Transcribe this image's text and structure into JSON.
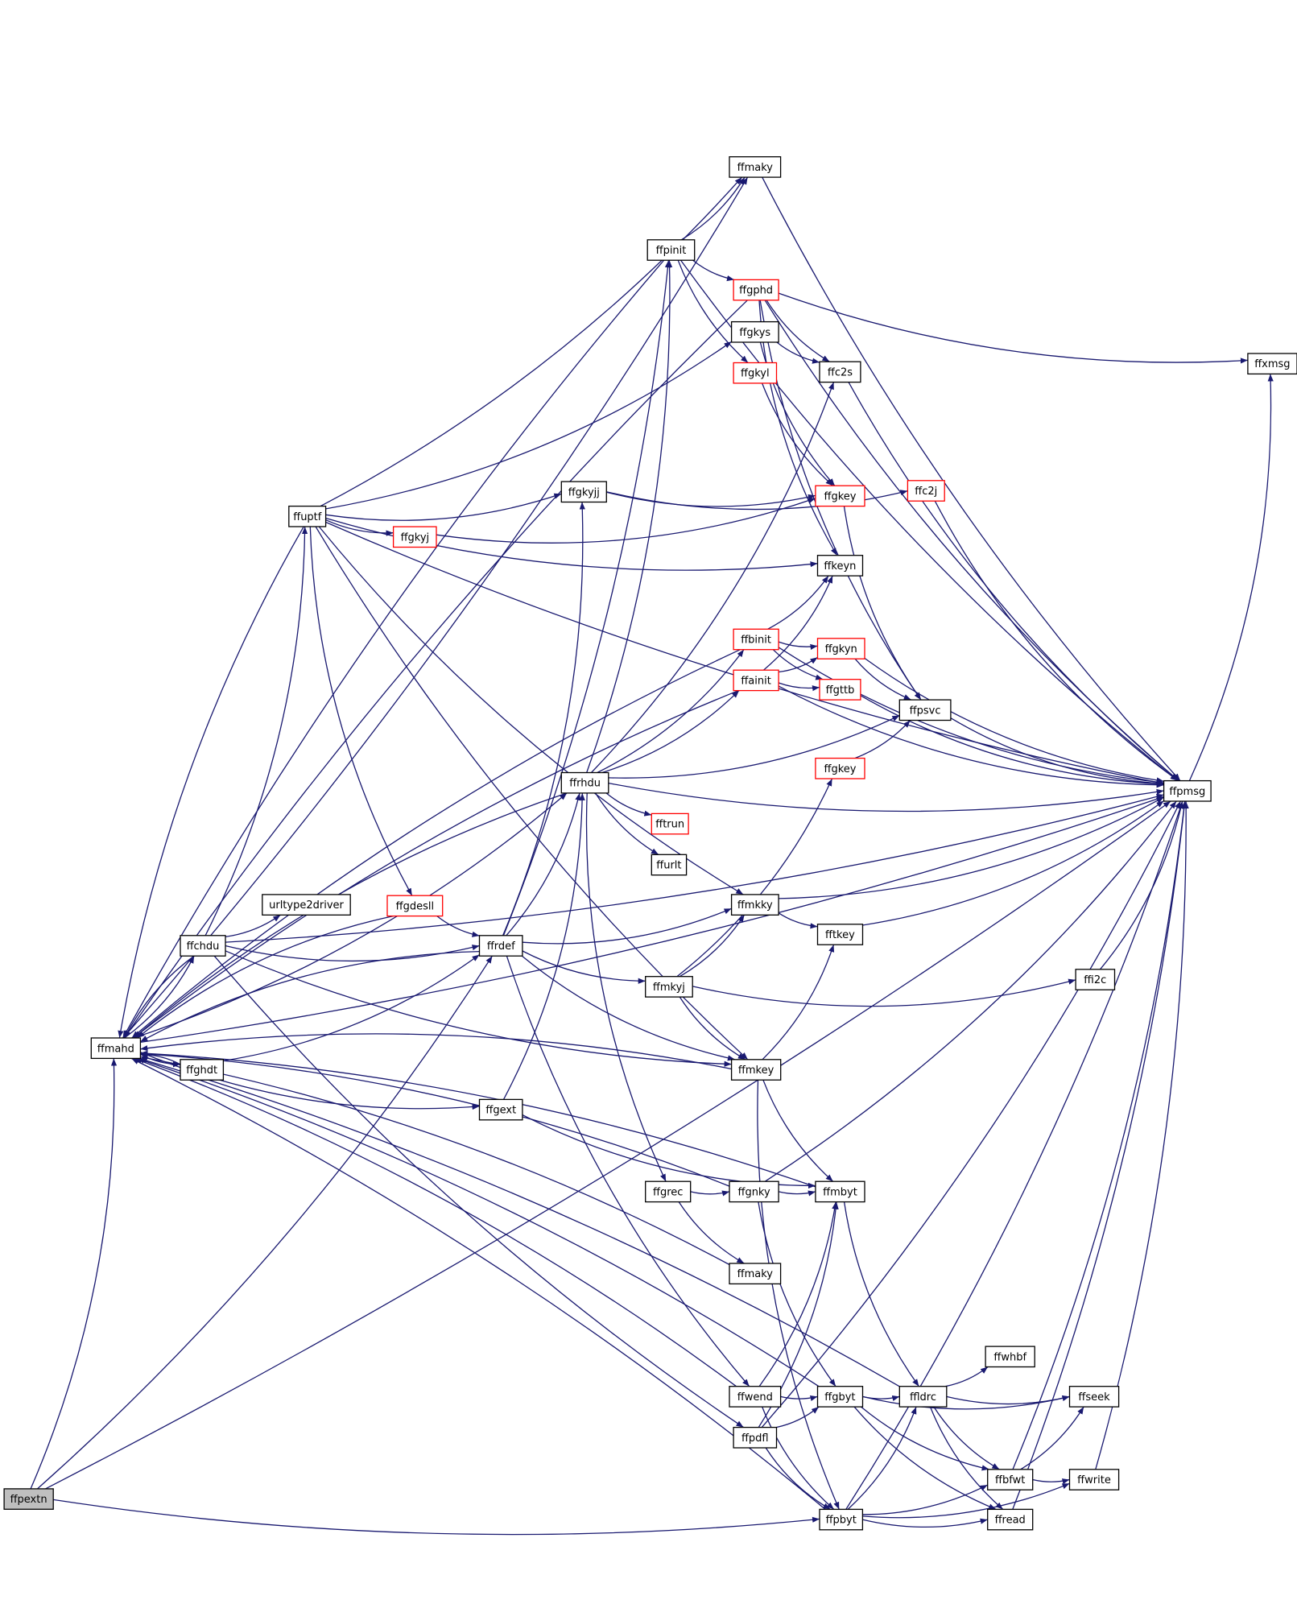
{
  "colors": {
    "edge": "#191970",
    "node_border": "#000000",
    "node_border_truncated": "#ff0000",
    "root_fill": "#bfbfbf",
    "background": "#ffffff"
  },
  "graph": {
    "nodes": [
      {
        "id": "ffpextn",
        "label": "ffpextn",
        "variant": "root"
      },
      {
        "id": "ffmahd",
        "label": "ffmahd",
        "variant": "normal"
      },
      {
        "id": "ffchdu",
        "label": "ffchdu",
        "variant": "normal"
      },
      {
        "id": "ffghdt",
        "label": "ffghdt",
        "variant": "normal"
      },
      {
        "id": "ffuptf",
        "label": "ffuptf",
        "variant": "normal"
      },
      {
        "id": "urltype2driver",
        "label": "urltype2driver",
        "variant": "normal"
      },
      {
        "id": "ffgdesll",
        "label": "ffgdesll",
        "variant": "red"
      },
      {
        "id": "ffgkyj",
        "label": "ffgkyj",
        "variant": "red"
      },
      {
        "id": "ffrdef",
        "label": "ffrdef",
        "variant": "normal"
      },
      {
        "id": "ffgext",
        "label": "ffgext",
        "variant": "normal"
      },
      {
        "id": "ffrhdu",
        "label": "ffrhdu",
        "variant": "normal"
      },
      {
        "id": "ffgkyjj",
        "label": "ffgkyjj",
        "variant": "normal"
      },
      {
        "id": "ffpinit",
        "label": "ffpinit",
        "variant": "normal"
      },
      {
        "id": "ffmaky",
        "label": "ffmaky",
        "variant": "normal"
      },
      {
        "id": "ffgphd",
        "label": "ffgphd",
        "variant": "red"
      },
      {
        "id": "ffgkys",
        "label": "ffgkys",
        "variant": "normal"
      },
      {
        "id": "ffgkyl",
        "label": "ffgkyl",
        "variant": "red"
      },
      {
        "id": "ffbinit",
        "label": "ffbinit",
        "variant": "red"
      },
      {
        "id": "ffainit",
        "label": "ffainit",
        "variant": "red"
      },
      {
        "id": "fftrun",
        "label": "fftrun",
        "variant": "red"
      },
      {
        "id": "ffurlt",
        "label": "ffurlt",
        "variant": "normal"
      },
      {
        "id": "ffmkky",
        "label": "ffmkky",
        "variant": "normal"
      },
      {
        "id": "ffmkyj",
        "label": "ffmkyj",
        "variant": "normal"
      },
      {
        "id": "ffmkey",
        "label": "ffmkey",
        "variant": "normal"
      },
      {
        "id": "ffgrec",
        "label": "ffgrec",
        "variant": "normal"
      },
      {
        "id": "ffgnky",
        "label": "ffgnky",
        "variant": "normal"
      },
      {
        "id": "ffmaky2",
        "label": "ffmaky",
        "variant": "normal"
      },
      {
        "id": "ffwend",
        "label": "ffwend",
        "variant": "normal"
      },
      {
        "id": "ffpdfl",
        "label": "ffpdfl",
        "variant": "normal"
      },
      {
        "id": "ffc2s",
        "label": "ffc2s",
        "variant": "normal"
      },
      {
        "id": "ffgkey",
        "label": "ffgkey",
        "variant": "red"
      },
      {
        "id": "ffkeyn",
        "label": "ffkeyn",
        "variant": "normal"
      },
      {
        "id": "ffgkyn",
        "label": "ffgkyn",
        "variant": "red"
      },
      {
        "id": "ffgttb",
        "label": "ffgttb",
        "variant": "red"
      },
      {
        "id": "ffgkey2",
        "label": "ffgkey",
        "variant": "red"
      },
      {
        "id": "fftkey",
        "label": "fftkey",
        "variant": "normal"
      },
      {
        "id": "ffmbyt",
        "label": "ffmbyt",
        "variant": "normal"
      },
      {
        "id": "ffgbyt",
        "label": "ffgbyt",
        "variant": "normal"
      },
      {
        "id": "ffpbyt",
        "label": "ffpbyt",
        "variant": "normal"
      },
      {
        "id": "ffc2j",
        "label": "ffc2j",
        "variant": "red"
      },
      {
        "id": "ffpsvc",
        "label": "ffpsvc",
        "variant": "normal"
      },
      {
        "id": "ffi2c",
        "label": "ffi2c",
        "variant": "normal"
      },
      {
        "id": "ffldrc",
        "label": "ffldrc",
        "variant": "normal"
      },
      {
        "id": "ffwhbf",
        "label": "ffwhbf",
        "variant": "normal"
      },
      {
        "id": "ffbfwt",
        "label": "ffbfwt",
        "variant": "normal"
      },
      {
        "id": "ffread",
        "label": "ffread",
        "variant": "normal"
      },
      {
        "id": "ffseek",
        "label": "ffseek",
        "variant": "normal"
      },
      {
        "id": "ffwrite",
        "label": "ffwrite",
        "variant": "normal"
      },
      {
        "id": "ffpmsg",
        "label": "ffpmsg",
        "variant": "normal"
      },
      {
        "id": "ffxmsg",
        "label": "ffxmsg",
        "variant": "normal"
      }
    ],
    "edges": [
      [
        "ffpextn",
        "ffmahd"
      ],
      [
        "ffpextn",
        "ffrdef"
      ],
      [
        "ffpextn",
        "ffpbyt"
      ],
      [
        "ffpextn",
        "ffpmsg"
      ],
      [
        "ffmahd",
        "ffchdu"
      ],
      [
        "ffmahd",
        "ffghdt"
      ],
      [
        "ffmahd",
        "ffgext"
      ],
      [
        "ffmahd",
        "ffrhdu"
      ],
      [
        "ffmahd",
        "ffmaky"
      ],
      [
        "ffmahd",
        "ffpmsg"
      ],
      [
        "ffchdu",
        "ffmahd"
      ],
      [
        "ffchdu",
        "urltype2driver"
      ],
      [
        "ffchdu",
        "ffrdef"
      ],
      [
        "ffchdu",
        "ffuptf"
      ],
      [
        "ffchdu",
        "ffpdfl"
      ],
      [
        "ffchdu",
        "ffpmsg"
      ],
      [
        "ffchdu",
        "ffmkey"
      ],
      [
        "ffghdt",
        "ffmahd"
      ],
      [
        "ffghdt",
        "ffrdef"
      ],
      [
        "ffuptf",
        "ffmahd"
      ],
      [
        "ffuptf",
        "ffgkyjj"
      ],
      [
        "ffuptf",
        "ffgkyj"
      ],
      [
        "ffuptf",
        "ffgdesll"
      ],
      [
        "ffuptf",
        "ffmaky"
      ],
      [
        "ffuptf",
        "ffgkys"
      ],
      [
        "ffuptf",
        "ffkeyn"
      ],
      [
        "ffuptf",
        "ffmkky"
      ],
      [
        "ffuptf",
        "ffmkey"
      ],
      [
        "ffuptf",
        "ffpmsg"
      ],
      [
        "ffgdesll",
        "ffmahd"
      ],
      [
        "ffgdesll",
        "ffrdef"
      ],
      [
        "ffgkyj",
        "ffgkey"
      ],
      [
        "ffrdef",
        "ffmahd"
      ],
      [
        "ffrdef",
        "ffrhdu"
      ],
      [
        "ffrdef",
        "ffgkyjj"
      ],
      [
        "ffrdef",
        "ffpinit"
      ],
      [
        "ffrdef",
        "ffmkky"
      ],
      [
        "ffrdef",
        "ffmkyj"
      ],
      [
        "ffrdef",
        "ffmkey"
      ],
      [
        "ffrdef",
        "ffwend"
      ],
      [
        "ffgext",
        "ffrhdu"
      ],
      [
        "ffgext",
        "ffmbyt"
      ],
      [
        "ffrhdu",
        "ffmahd"
      ],
      [
        "ffrhdu",
        "ffpinit"
      ],
      [
        "ffrhdu",
        "ffbinit"
      ],
      [
        "ffrhdu",
        "ffainit"
      ],
      [
        "ffrhdu",
        "ffpsvc"
      ],
      [
        "ffrhdu",
        "fftrun"
      ],
      [
        "ffrhdu",
        "ffurlt"
      ],
      [
        "ffrhdu",
        "ffgrec"
      ],
      [
        "ffrhdu",
        "ffpmsg"
      ],
      [
        "ffrhdu",
        "ffc2s"
      ],
      [
        "ffgkyjj",
        "ffgkey"
      ],
      [
        "ffgkyjj",
        "ffc2j"
      ],
      [
        "ffpinit",
        "ffmaky"
      ],
      [
        "ffpinit",
        "ffgphd"
      ],
      [
        "ffpinit",
        "ffgkyl"
      ],
      [
        "ffpinit",
        "ffpmsg"
      ],
      [
        "ffpinit",
        "ffmahd"
      ],
      [
        "ffmaky",
        "ffpmsg"
      ],
      [
        "ffgphd",
        "ffpmsg"
      ],
      [
        "ffgphd",
        "ffxmsg"
      ],
      [
        "ffgphd",
        "ffc2s"
      ],
      [
        "ffgphd",
        "ffkeyn"
      ],
      [
        "ffgphd",
        "ffpsvc"
      ],
      [
        "ffgphd",
        "ffmahd"
      ],
      [
        "ffgkys",
        "ffc2s"
      ],
      [
        "ffgkys",
        "ffgkey"
      ],
      [
        "ffgkyl",
        "ffgkey"
      ],
      [
        "ffbinit",
        "ffkeyn"
      ],
      [
        "ffbinit",
        "ffgkyn"
      ],
      [
        "ffbinit",
        "ffgttb"
      ],
      [
        "ffbinit",
        "ffpmsg"
      ],
      [
        "ffbinit",
        "ffmahd"
      ],
      [
        "ffainit",
        "ffkeyn"
      ],
      [
        "ffainit",
        "ffgkyn"
      ],
      [
        "ffainit",
        "ffgttb"
      ],
      [
        "ffainit",
        "ffpmsg"
      ],
      [
        "ffainit",
        "ffmahd"
      ],
      [
        "ffmkky",
        "fftkey"
      ],
      [
        "ffmkky",
        "ffpmsg"
      ],
      [
        "ffmkyj",
        "ffmkky"
      ],
      [
        "ffmkyj",
        "ffgkey2"
      ],
      [
        "ffmkyj",
        "ffi2c"
      ],
      [
        "ffmkyj",
        "ffmkey"
      ],
      [
        "ffmkey",
        "ffmahd"
      ],
      [
        "ffmkey",
        "fftkey"
      ],
      [
        "ffmkey",
        "ffmbyt"
      ],
      [
        "ffmkey",
        "ffpbyt"
      ],
      [
        "ffgrec",
        "ffgnky"
      ],
      [
        "ffgrec",
        "ffmaky2"
      ],
      [
        "ffgnky",
        "ffmbyt"
      ],
      [
        "ffgnky",
        "ffgbyt"
      ],
      [
        "ffgnky",
        "ffpmsg"
      ],
      [
        "ffgnky",
        "ffmahd"
      ],
      [
        "ffmaky2",
        "ffmahd"
      ],
      [
        "ffwend",
        "ffmbyt"
      ],
      [
        "ffwend",
        "ffgbyt"
      ],
      [
        "ffwend",
        "ffpbyt"
      ],
      [
        "ffwend",
        "ffmahd"
      ],
      [
        "ffpdfl",
        "ffmbyt"
      ],
      [
        "ffpdfl",
        "ffgbyt"
      ],
      [
        "ffpdfl",
        "ffpbyt"
      ],
      [
        "ffpdfl",
        "ffpmsg"
      ],
      [
        "ffc2s",
        "ffpmsg"
      ],
      [
        "ffgkey",
        "ffpsvc"
      ],
      [
        "ffgkyn",
        "ffpsvc"
      ],
      [
        "ffgkyn",
        "ffpmsg"
      ],
      [
        "ffgttb",
        "ffpmsg"
      ],
      [
        "ffgkey2",
        "ffpsvc"
      ],
      [
        "fftkey",
        "ffpmsg"
      ],
      [
        "ffmbyt",
        "ffldrc"
      ],
      [
        "ffmbyt",
        "ffmahd"
      ],
      [
        "ffgbyt",
        "ffldrc"
      ],
      [
        "ffgbyt",
        "ffbfwt"
      ],
      [
        "ffgbyt",
        "ffread"
      ],
      [
        "ffgbyt",
        "ffseek"
      ],
      [
        "ffgbyt",
        "ffmahd"
      ],
      [
        "ffpbyt",
        "ffldrc"
      ],
      [
        "ffpbyt",
        "ffbfwt"
      ],
      [
        "ffpbyt",
        "ffread"
      ],
      [
        "ffpbyt",
        "ffwrite"
      ],
      [
        "ffpbyt",
        "ffpmsg"
      ],
      [
        "ffpbyt",
        "ffmahd"
      ],
      [
        "ffc2j",
        "ffpmsg"
      ],
      [
        "ffpsvc",
        "ffpmsg"
      ],
      [
        "ffi2c",
        "ffpmsg"
      ],
      [
        "ffldrc",
        "ffwhbf"
      ],
      [
        "ffldrc",
        "ffbfwt"
      ],
      [
        "ffldrc",
        "ffread"
      ],
      [
        "ffldrc",
        "ffseek"
      ],
      [
        "ffldrc",
        "ffmahd"
      ],
      [
        "ffbfwt",
        "ffseek"
      ],
      [
        "ffbfwt",
        "ffwrite"
      ],
      [
        "ffbfwt",
        "ffpmsg"
      ],
      [
        "ffread",
        "ffpmsg"
      ],
      [
        "ffwrite",
        "ffpmsg"
      ],
      [
        "ffpmsg",
        "ffxmsg"
      ]
    ]
  }
}
